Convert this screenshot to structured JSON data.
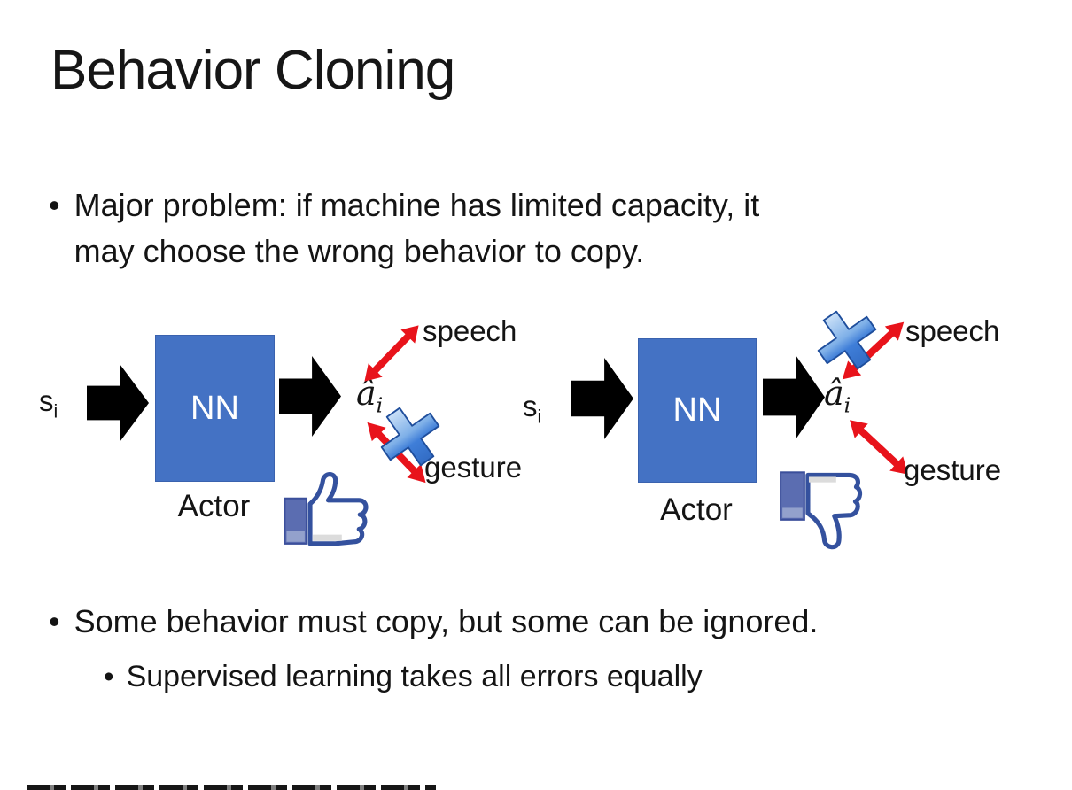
{
  "slide": {
    "title": "Behavior Cloning",
    "bullet_marker": "•",
    "bullets": {
      "major_line1": "Major problem: if machine has limited capacity, it",
      "major_line2": "may choose the wrong behavior to copy.",
      "some": "Some behavior must copy, but some can be ignored.",
      "supervised": "Supervised learning takes all errors equally"
    }
  },
  "diagram_left": {
    "input": "s",
    "input_sub": "i",
    "network": "NN",
    "network_role": "Actor",
    "output": "â",
    "output_sub": "i",
    "branch_top": "speech",
    "branch_bottom": "gesture",
    "crossed_branch": "gesture",
    "feedback_icon": "thumbs-up"
  },
  "diagram_right": {
    "input": "s",
    "input_sub": "i",
    "network": "NN",
    "network_role": "Actor",
    "output": "â",
    "output_sub": "i",
    "branch_top": "speech",
    "branch_bottom": "gesture",
    "crossed_branch": "speech",
    "feedback_icon": "thumbs-down"
  },
  "colors": {
    "background": "#FFFFFF",
    "text": "#141414",
    "nn_box_fill": "#4472C4",
    "nn_box_text": "#FFFFFF",
    "flow_arrow": "#000000",
    "branch_arrow_red": "#E8131B",
    "cross_blue": "#3F7ED8",
    "cross_outline": "#1F4E9C",
    "thumb_outline": "#34519E",
    "thumb_cuff": "#5B6DB1",
    "thumb_fill": "#FFFFFF"
  }
}
